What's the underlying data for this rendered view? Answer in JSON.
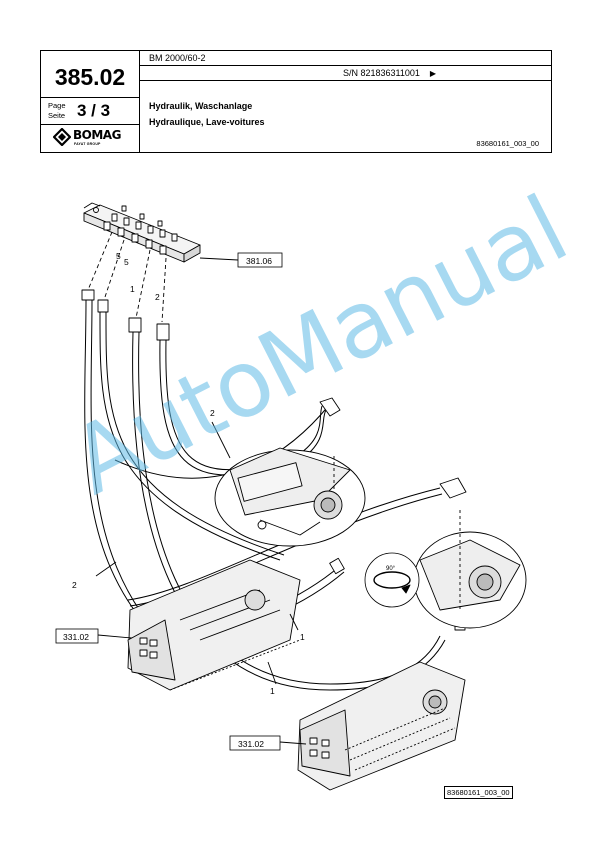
{
  "header": {
    "model": "BM 2000/60-2",
    "serial": "S/N 821836311001",
    "serial_arrow": "▶",
    "section_number": "385.02",
    "page_label_en": "Page",
    "page_label_de": "Seite",
    "page_value": "3 / 3",
    "logo_text": "BOMAG",
    "logo_subtext": "FAYAT GROUP",
    "title_de": "Hydraulik, Waschanlage",
    "title_fr": "Hydraulique, Lave-voitures",
    "doc_ref": "83680161_003_00"
  },
  "drawing": {
    "callouts": {
      "ref_top": "381.06",
      "ref_left": "331.02",
      "ref_bottom": "331.02"
    },
    "item_labels": {
      "five_a": "5",
      "five_b": "5",
      "one_top": "1",
      "two_top": "2",
      "two_mid": "2",
      "two_left": "2",
      "one_mid": "1",
      "one_low": "1",
      "rotation": "90°"
    },
    "figure_ref": "83680161_003_00"
  },
  "watermark": "AutoManual"
}
